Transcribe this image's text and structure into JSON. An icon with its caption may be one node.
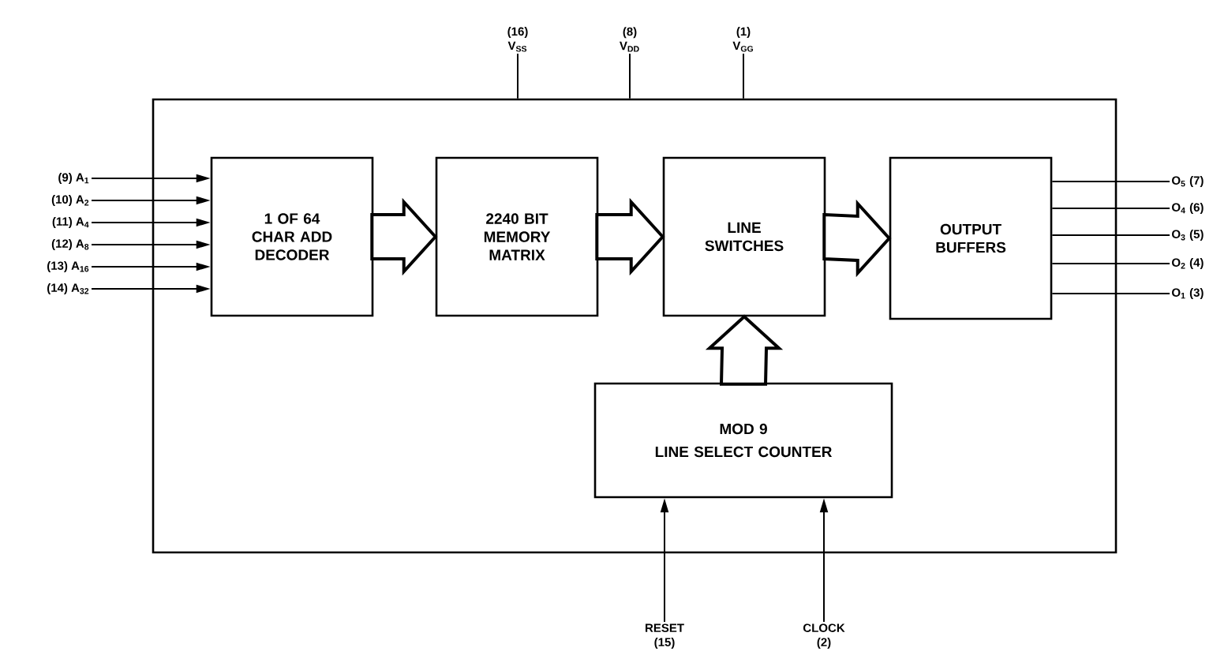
{
  "diagram": {
    "nodes": [
      {
        "text": [
          "(16) V$_{SS}$"
        ]
      },
      {
        "text": [
          "(8) V$_{DD}$"
        ]
      },
      {
        "text": [
          "(1) V$_{GG}$"
        ]
      },
      {
        "text": [],
        "shape": "box"
      },
      {
        "text": [
          "1 OF 64 CHAR ADD DECODER"
        ],
        "in": 3
      },
      {
        "text": [
          "2240 BIT MEMORY MATRIX"
        ],
        "in": 3
      },
      {
        "text": [
          "LINE SWITCHES"
        ],
        "in": 3
      },
      {
        "text": [
          "OUTPUT BUFFERS"
        ],
        "in": 3
      },
      {
        "text": [
          "MOD 9",
          "LINE SELECT COUNTER"
        ],
        "in": 3
      },
      {
        "text": [
          "(9) A$_{1}$"
        ]
      },
      {
        "text": [
          "(10) A$_{2}$"
        ]
      },
      {
        "text": [
          "(11) A$_{4}$"
        ]
      },
      {
        "text": [
          "(12) A$_{8}$"
        ]
      },
      {
        "text": [
          "(13) A$_{16}$"
        ]
      },
      {
        "text": [
          "(14) A$_{32}$"
        ]
      },
      {
        "text": [
          "O$_{5}$ (7)"
        ]
      },
      {
        "text": [
          "O$_{4}$ (6)"
        ]
      },
      {
        "text": [
          "O$_{3}$ (5)"
        ]
      },
      {
        "text": [
          "O$_{2}$ (4)"
        ]
      },
      {
        "text": [
          "O$_{1}$ (3)"
        ]
      },
      {
        "text": [
          "RESET (15)"
        ]
      },
      {
        "text": [
          "CLOCK (2)"
        ]
      }
    ],
    "edges": [
      {
        "from": 0,
        "to": 3,
        "arrow": "none"
      },
      {
        "from": 1,
        "to": 3,
        "arrow": "none"
      },
      {
        "from": 2,
        "to": 3,
        "arrow": "none"
      },
      {
        "from": 9,
        "to": 4,
        "arrow": "to"
      },
      {
        "from": 10,
        "to": 4,
        "arrow": "to"
      },
      {
        "from": 11,
        "to": 4,
        "arrow": "to"
      },
      {
        "from": 12,
        "to": 4,
        "arrow": "to"
      },
      {
        "from": 13,
        "to": 4,
        "arrow": "to"
      },
      {
        "from": 14,
        "to": 4,
        "arrow": "to"
      },
      {
        "from": 4,
        "to": 5,
        "arrow": "to",
        "style": "thick"
      },
      {
        "from": 5,
        "to": 6,
        "arrow": "to",
        "style": "thick"
      },
      {
        "from": 6,
        "to": 7,
        "arrow": "to",
        "style": "thick"
      },
      {
        "from": 8,
        "to": 6,
        "arrow": "to",
        "style": "thick"
      },
      {
        "from": 7,
        "to": 15,
        "arrow": "none"
      },
      {
        "from": 7,
        "to": 16,
        "arrow": "none"
      },
      {
        "from": 7,
        "to": 17,
        "arrow": "none"
      },
      {
        "from": 7,
        "to": 18,
        "arrow": "none"
      },
      {
        "from": 7,
        "to": 19,
        "arrow": "none"
      },
      {
        "from": 20,
        "to": 8,
        "arrow": "to"
      },
      {
        "from": 21,
        "to": 8,
        "arrow": "to"
      }
    ]
  }
}
